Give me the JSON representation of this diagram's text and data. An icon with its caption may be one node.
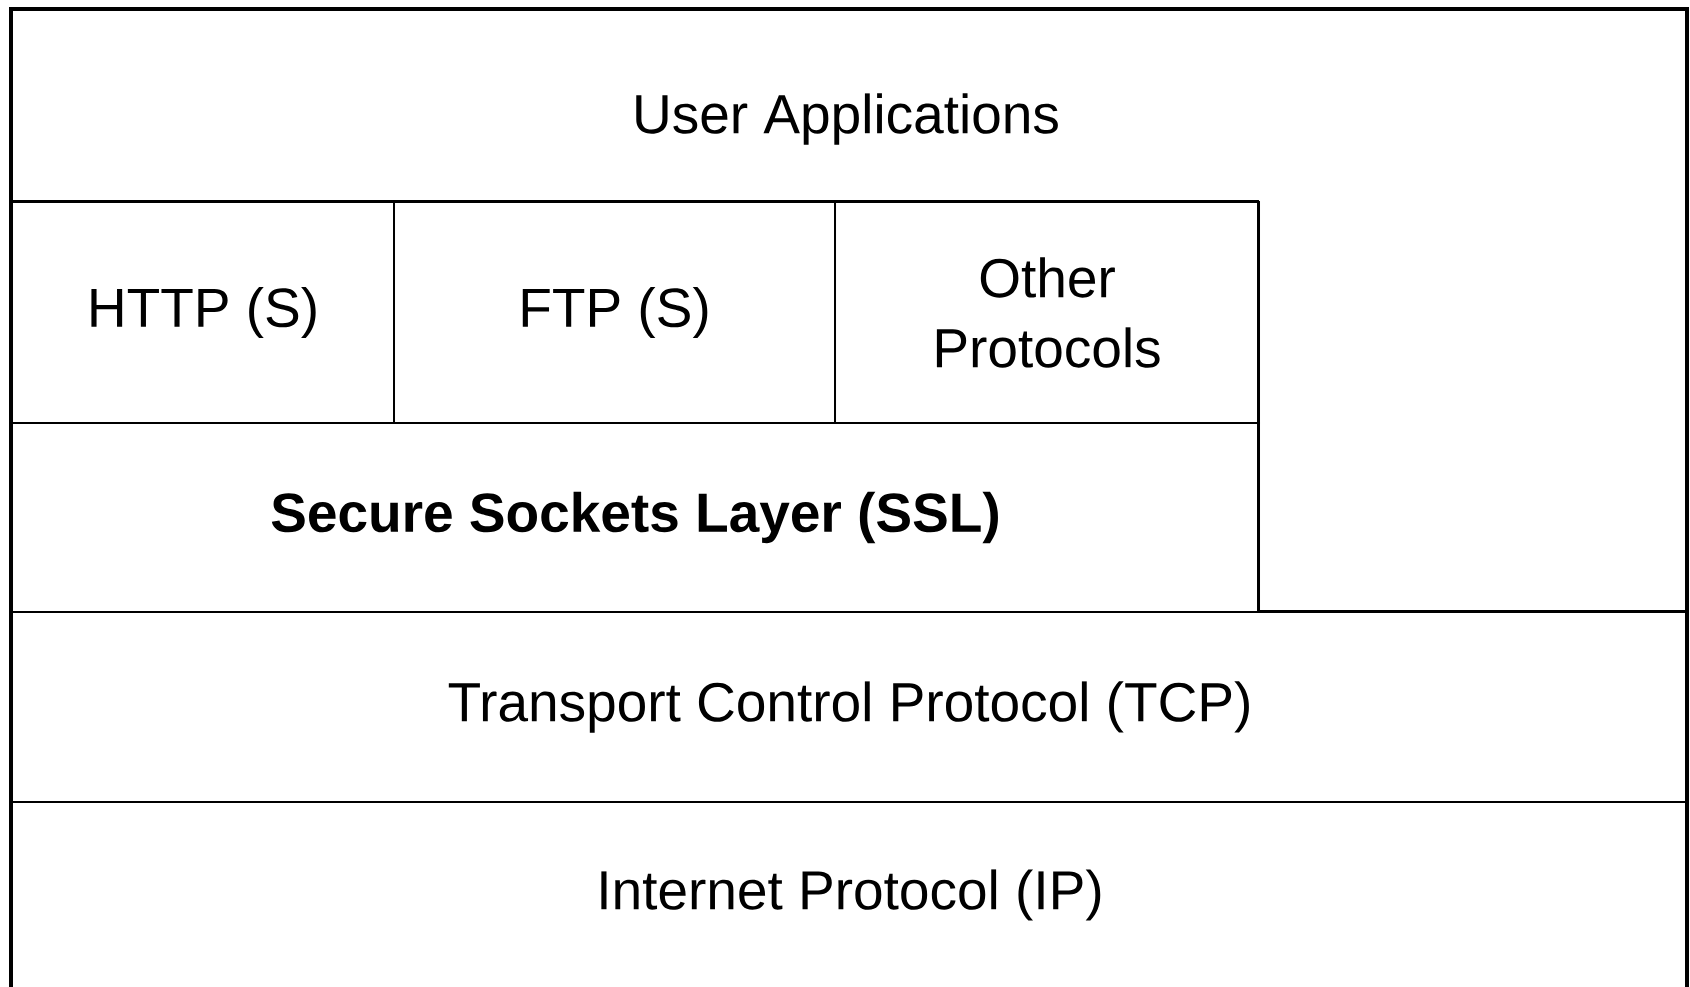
{
  "diagram": {
    "nodes": [
      {
        "text": [
          "User Applications"
        ]
      },
      {
        "text": [
          "HTTP (S)"
        ]
      },
      {
        "text": [
          "FTP (S)"
        ]
      },
      {
        "text": [
          "Other Protocols"
        ]
      },
      {
        "text": [
          "Secure Sockets Layer (SSL)"
        ]
      },
      {
        "text": [
          "Transport Control Protocol (TCP)"
        ]
      },
      {
        "text": [
          "Internet Protocol (IP)"
        ]
      }
    ]
  }
}
